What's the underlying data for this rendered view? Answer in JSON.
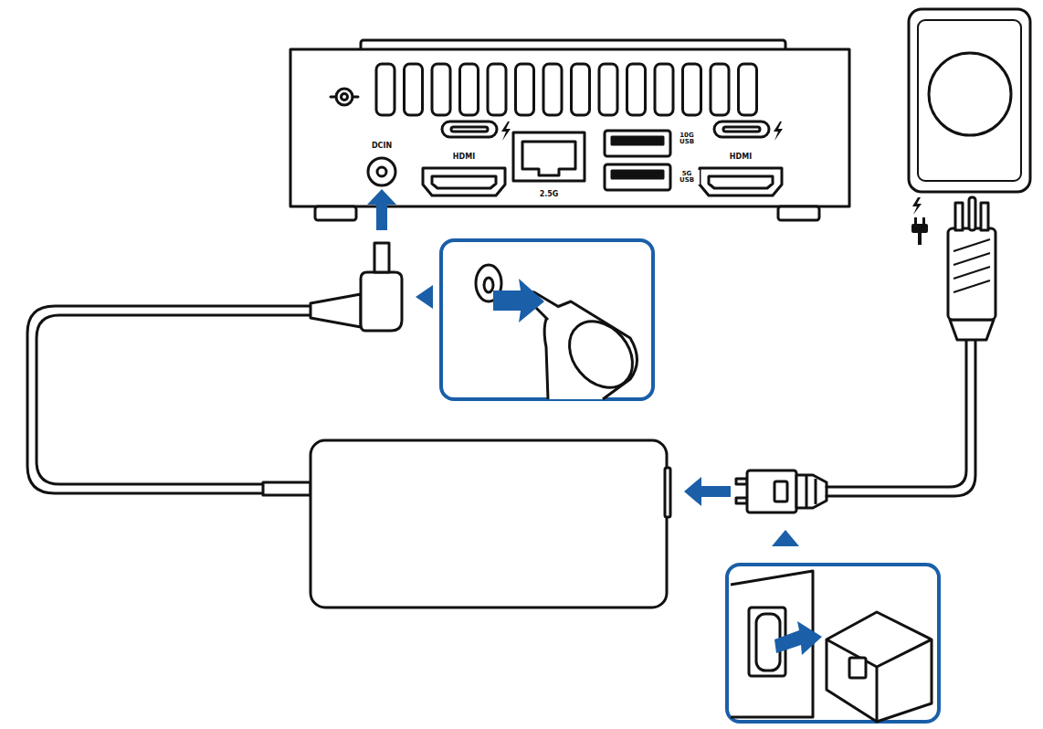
{
  "diagram": {
    "labels": [
      "DCIN",
      "HDMI",
      "2.5G",
      "10G USB",
      "5G USB",
      "HDMI"
    ]
  }
}
